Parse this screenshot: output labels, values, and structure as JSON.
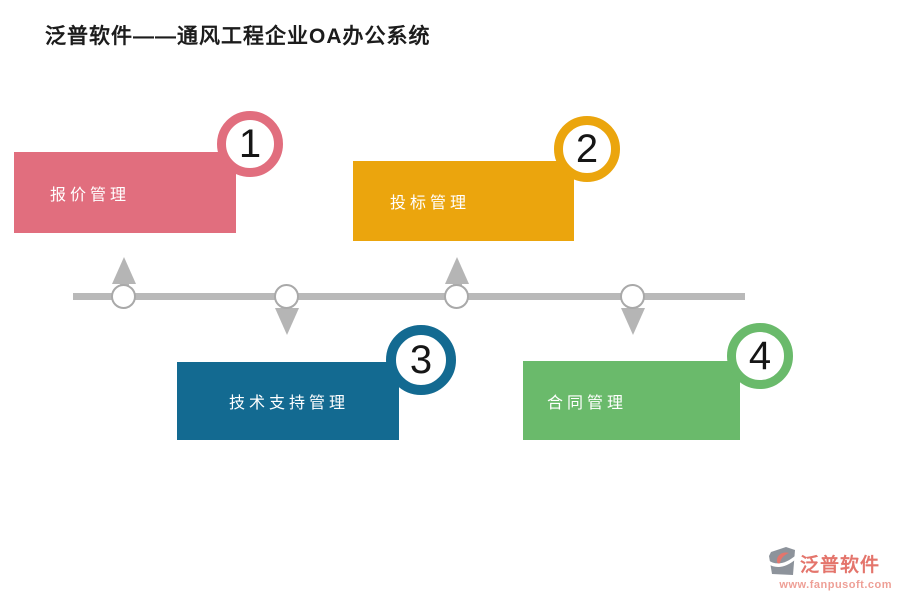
{
  "title": {
    "text": "泛普软件——通风工程企业OA办公系统",
    "color": "#1c1c1c"
  },
  "steps": [
    {
      "number": "1",
      "label": "报价管理",
      "color": "#e16e7e"
    },
    {
      "number": "2",
      "label": "投标管理",
      "color": "#eba50d"
    },
    {
      "number": "3",
      "label": "技术支持管理",
      "color": "#136a91"
    },
    {
      "number": "4",
      "label": "合同管理",
      "color": "#6aba6b"
    }
  ],
  "timeline": {
    "line_color": "#b9b9b9",
    "node_fill": "#ffffff",
    "node_border_color": "#a9a9a9",
    "arrow_color": "#b5b5b5"
  },
  "footer": {
    "brand": "泛普软件",
    "website": "www.fanpusoft.com",
    "brand_color": "#e4756c",
    "website_color": "#ee9f96",
    "logo_gray": "#8d939b",
    "logo_accent": "#e4756c"
  }
}
